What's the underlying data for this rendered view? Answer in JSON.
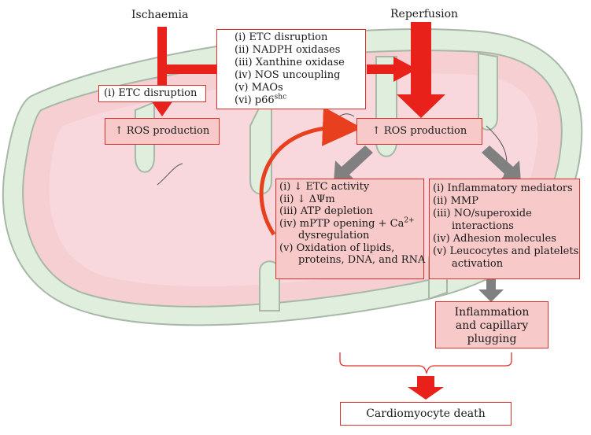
{
  "labels": {
    "ischaemia": "Ischaemia",
    "reperfusion": "Reperfusion"
  },
  "sources_box": {
    "lines": [
      "(i) ETC disruption",
      "(ii) NADPH oxidases",
      "(iii) Xanthine oxidase",
      "(iv) NOS uncoupling",
      "(v) MAOs",
      "(vi) p66"
    ],
    "sup": "shc"
  },
  "etc_box": {
    "text": "(i) ETC disruption"
  },
  "ros_left": {
    "text": "↑ ROS production"
  },
  "ros_right": {
    "text": "↑ ROS production"
  },
  "mito_box": {
    "l1": "(i) ↓ ETC activity",
    "l2": "(ii) ↓ ΔΨm",
    "l3": "(iii) ATP depletion",
    "l4": "(iv) mPTP opening + Ca",
    "l4_sup": "2+",
    "l5": "dysregulation",
    "l6": "(v) Oxidation of lipids,",
    "l7": "proteins, DNA, and RNA"
  },
  "inflam_box": {
    "lines": [
      "(i) Inflammatory mediators",
      "(ii) MMP",
      "(iii) NO/superoxide",
      "interactions",
      "(iv) Adhesion molecules",
      "(v) Leucocytes and platelets",
      "activation"
    ]
  },
  "inflammation_box": {
    "lines": [
      "Inflammation",
      "and capillary",
      "plugging"
    ]
  },
  "death_box": {
    "text": "Cardiomyocyte death"
  },
  "colors": {
    "red": "#e8221b",
    "box_border": "#e0302a",
    "box_fill": "#f7c9c9",
    "membrane": "#cfe0cc",
    "matrix": "#f8d6d8",
    "gray_arrow": "#808080"
  }
}
